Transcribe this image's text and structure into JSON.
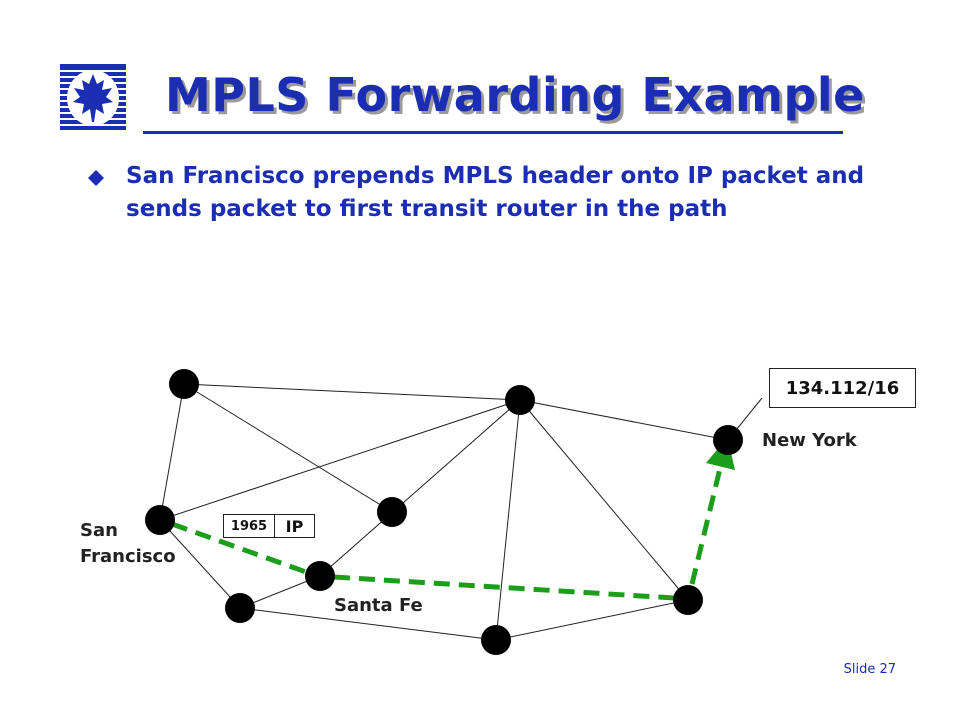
{
  "slide": {
    "title": "MPLS Forwarding Example",
    "bullet": "San Francisco prepends MPLS header onto IP packet and sends packet to first transit router in the path",
    "slide_number": "Slide 27"
  },
  "diagram": {
    "destination_prefix": "134.112/16",
    "packet": {
      "mpls_label": "1965",
      "payload": "IP"
    },
    "labels": {
      "new_york": "New York",
      "san_francisco_line1": "San",
      "san_francisco_line2": "Francisco",
      "santa_fe": "Santa Fe"
    },
    "colors": {
      "title": "#1a2db3",
      "path": "#1c9e1c",
      "node": "#000000"
    }
  }
}
